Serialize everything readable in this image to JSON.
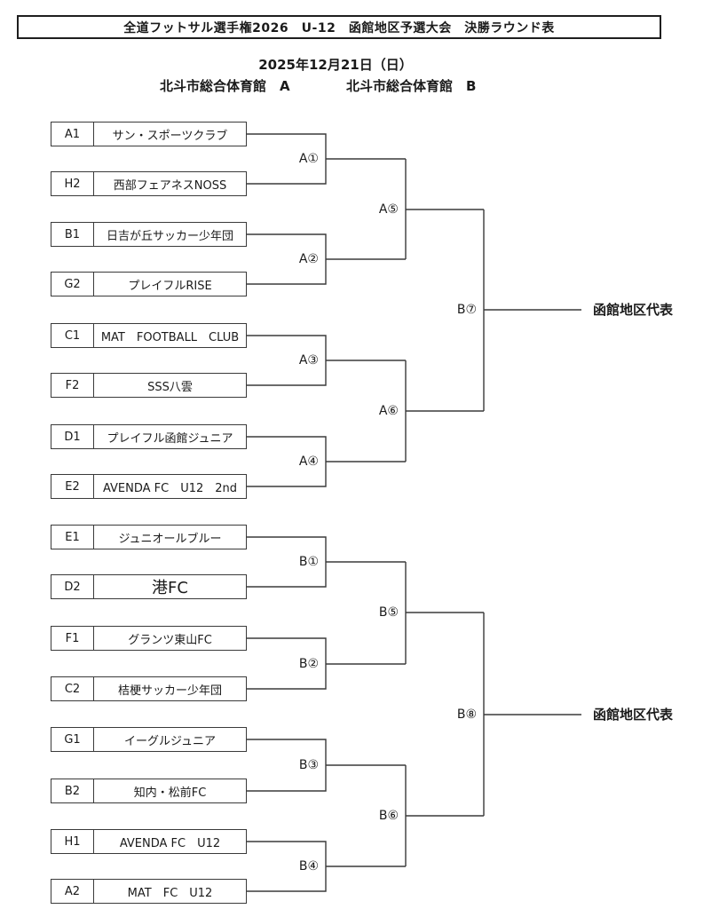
{
  "header": {
    "title": "全道フットサル選手権2026　U-12　函館地区予選大会　決勝ラウンド表",
    "date": "2025年12月21日（日）",
    "venue_a": "北斗市総合体育館　A",
    "venue_b": "北斗市総合体育館　B"
  },
  "teams": [
    {
      "seed": "A1",
      "name": "サン・スポーツクラブ"
    },
    {
      "seed": "H2",
      "name": "西部フェアネスNOSS"
    },
    {
      "seed": "B1",
      "name": "日吉が丘サッカー少年団"
    },
    {
      "seed": "G2",
      "name": "プレイフルRISE"
    },
    {
      "seed": "C1",
      "name": "MAT　FOOTBALL　CLUB"
    },
    {
      "seed": "F2",
      "name": "SSS八雲"
    },
    {
      "seed": "D1",
      "name": "プレイフル函館ジュニア"
    },
    {
      "seed": "E2",
      "name": "AVENDA FC　U12　2nd"
    },
    {
      "seed": "E1",
      "name": "ジュニオールブルー"
    },
    {
      "seed": "D2",
      "name": "港FC"
    },
    {
      "seed": "F1",
      "name": "グランツ東山FC"
    },
    {
      "seed": "C2",
      "name": "桔梗サッカー少年団"
    },
    {
      "seed": "G1",
      "name": "イーグルジュニア"
    },
    {
      "seed": "B2",
      "name": "知内・松前FC"
    },
    {
      "seed": "H1",
      "name": "AVENDA FC　U12"
    },
    {
      "seed": "A2",
      "name": "MAT　FC　U12"
    }
  ],
  "matches": {
    "round1": [
      "A①",
      "A②",
      "A③",
      "A④",
      "B①",
      "B②",
      "B③",
      "B④"
    ],
    "semifinals": [
      "A⑤",
      "A⑥",
      "B⑤",
      "B⑥"
    ],
    "finals": [
      "B⑦",
      "B⑧"
    ]
  },
  "winners": [
    "函館地区代表",
    "函館地区代表"
  ]
}
